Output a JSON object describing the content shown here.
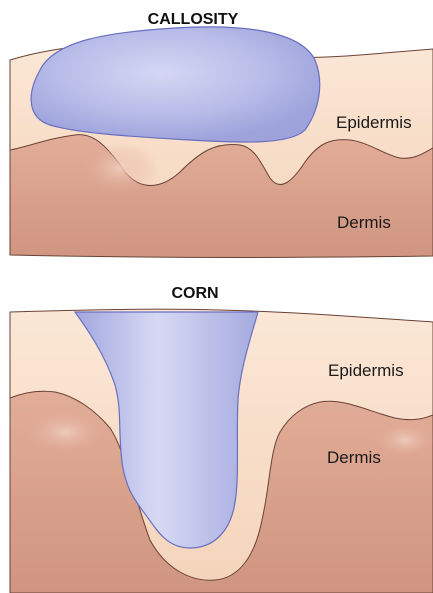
{
  "panels": {
    "callosity": {
      "title": "CALLOSITY",
      "epidermis_label": "Epidermis",
      "dermis_label": "Dermis"
    },
    "corn": {
      "title": "CORN",
      "epidermis_label": "Epidermis",
      "dermis_label": "Dermis"
    }
  },
  "colors": {
    "epidermis": "#f7dcc4",
    "dermis": "#d59a84",
    "lesion": "#b9bde8",
    "lesion_outline": "#7479c4",
    "outline": "#6a4236"
  }
}
